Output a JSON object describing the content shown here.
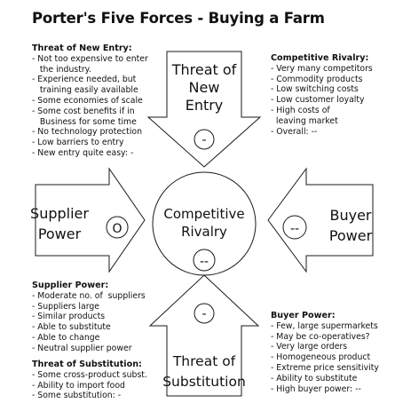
{
  "title": "Porter's Five Forces - Buying a Farm",
  "shapes": {
    "new_entry": {
      "label_lines": [
        "Threat of",
        "New",
        "Entry"
      ],
      "rating": "-"
    },
    "supplier": {
      "label_lines": [
        "Supplier",
        "Power"
      ],
      "rating": "O"
    },
    "rivalry": {
      "label_lines": [
        "Competitive",
        "Rivalry"
      ],
      "rating": "--"
    },
    "buyer": {
      "label_lines": [
        "Buyer",
        "Power"
      ],
      "rating": "--"
    },
    "substitution": {
      "label_lines": [
        "Threat of",
        "Substitution"
      ],
      "rating": "-"
    }
  },
  "notes": {
    "new_entry": {
      "heading": "Threat of New Entry:",
      "lines": [
        "- Not too expensive to enter",
        "   the industry.",
        "- Experience needed, but",
        "   training easily available",
        "- Some economies of scale",
        "- Some cost benefits if in",
        "   Business for some time",
        "- No technology protection",
        "- Low barriers to entry",
        "- New entry quite easy: -"
      ]
    },
    "rivalry": {
      "heading": "Competitive Rivalry:",
      "lines": [
        "- Very many competitors",
        "- Commodity products",
        "- Low switching costs",
        "- Low customer loyalty",
        "- High costs of",
        "  leaving market",
        "- Overall: --"
      ]
    },
    "supplier": {
      "heading": "Supplier Power:",
      "lines": [
        "- Moderate no. of  suppliers",
        "- Suppliers large",
        "- Similar products",
        "- Able to substitute",
        "- Able to change",
        "- Neutral supplier power"
      ]
    },
    "substitution": {
      "heading": "Threat of Substitution:",
      "lines": [
        "- Some cross-product subst.",
        "- Ability to import food",
        "- Some substitution: -"
      ]
    },
    "buyer": {
      "heading": "Buyer Power:",
      "lines": [
        "- Few, large supermarkets",
        "- May be co-operatives?",
        "- Very large orders",
        "- Homogeneous product",
        "- Extreme price sensitivity",
        "- Ability to substitute",
        "- High buyer power: --"
      ]
    }
  }
}
